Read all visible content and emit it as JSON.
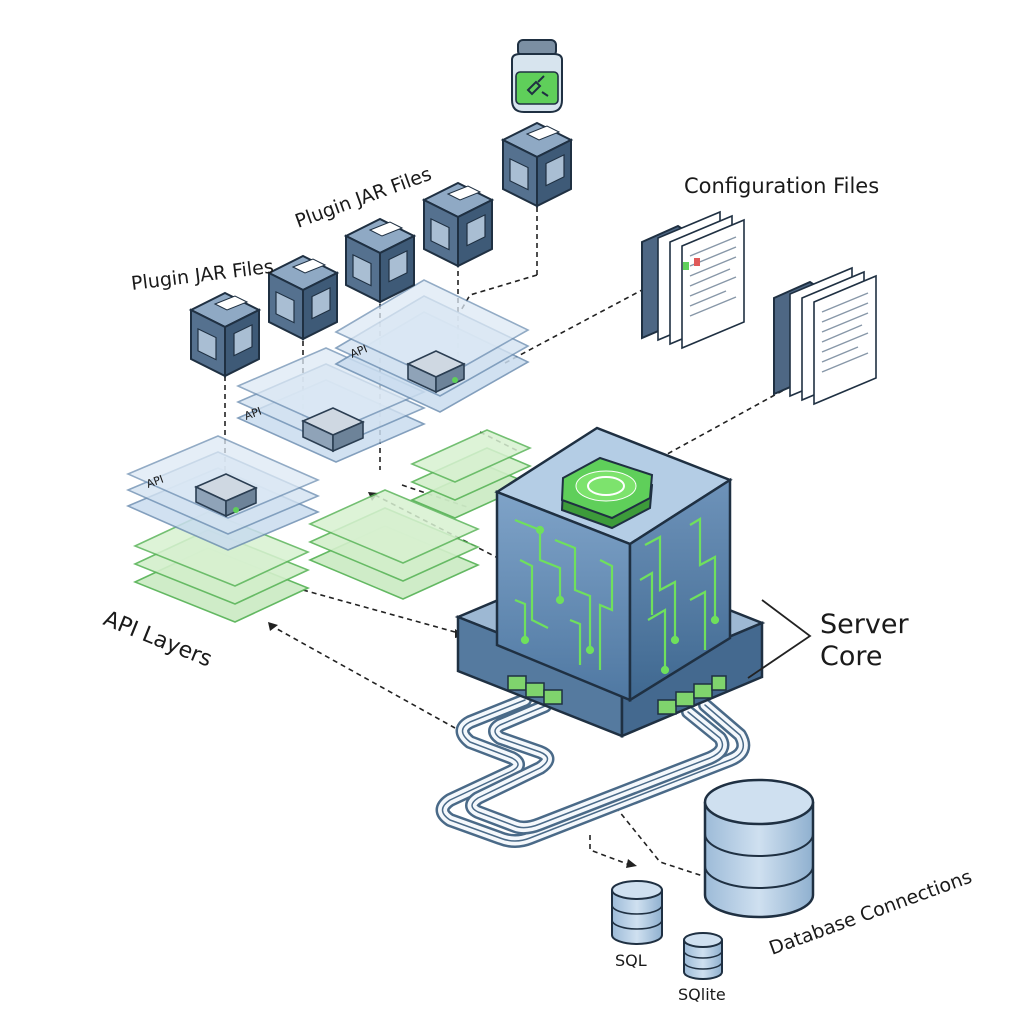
{
  "labels": {
    "plugin_jar_files_1": "Plugin JAR Files",
    "plugin_jar_files_2": "Plugin JAR Files",
    "configuration_files": "Configuration Files",
    "api_layers": "API Layers",
    "server_core_line1": "Server",
    "server_core_line2": "Core",
    "database_connections": "Database Connections",
    "sql": "SQL",
    "sqlite": "SQlite",
    "api_tag": "API"
  },
  "colors": {
    "outline": "#2b3e52",
    "cube_blue": "#4f6d8c",
    "glass_blue": "#b9d3ec",
    "layer_green": "#bfe8b5",
    "core_green": "#5fcf5a",
    "database_blue": "#b6cfe6"
  },
  "icons": {
    "plugin_jar": "jar-icon",
    "plugin_module": "plugin-cube-icon",
    "config_document": "document-stack-icon",
    "server_core": "circuit-cube-icon",
    "database": "database-cylinder-icon"
  }
}
